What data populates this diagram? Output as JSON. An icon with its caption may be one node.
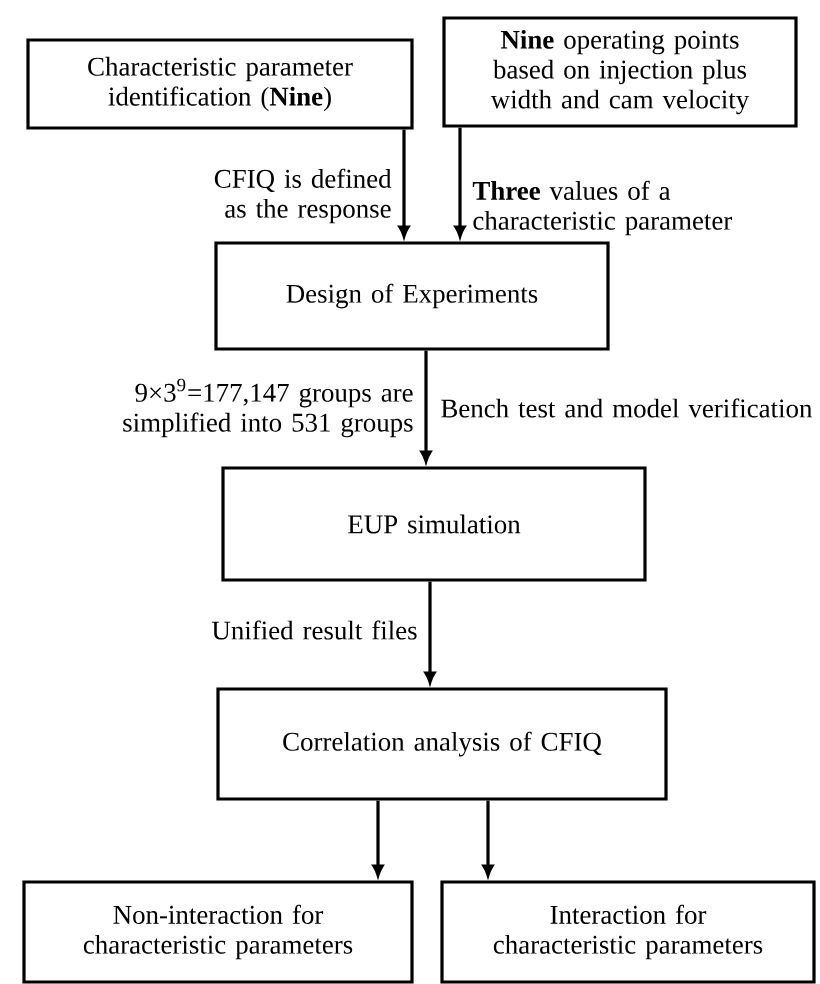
{
  "diagram": {
    "nodes": [
      {
        "text": [
          "Characteristic parameter identification (**Nine**)"
        ]
      },
      {
        "text": [
          "**Nine** operating points based on injection plus width and cam velocity"
        ]
      },
      {
        "text": [
          "Design of Experiments"
        ]
      },
      {
        "text": [
          "EUP simulation"
        ]
      },
      {
        "text": [
          "Correlation analysis of CFIQ"
        ]
      },
      {
        "text": [
          "Non-interaction for characteristic parameters"
        ]
      },
      {
        "text": [
          "Interaction for characteristic parameters"
        ]
      }
    ],
    "edges": [
      {
        "from": 0,
        "to": 2,
        "arrow": "to",
        "label": "CFIQ is defined as the response"
      },
      {
        "from": 1,
        "to": 2,
        "arrow": "to",
        "label": "**Three** values of a characteristic parameter"
      },
      {
        "from": 2,
        "to": 3,
        "arrow": "to",
        "label": "9×3$^{9}$=177,147 groups are simplified into 531 groups"
      },
      {
        "from": 3,
        "to": 4,
        "arrow": "to",
        "label": "Unified result files"
      },
      {
        "from": 4,
        "to": 5,
        "arrow": "to"
      },
      {
        "from": 4,
        "to": 6,
        "arrow": "to"
      }
    ],
    "labels": [
      "Bench test and model verification"
    ]
  }
}
